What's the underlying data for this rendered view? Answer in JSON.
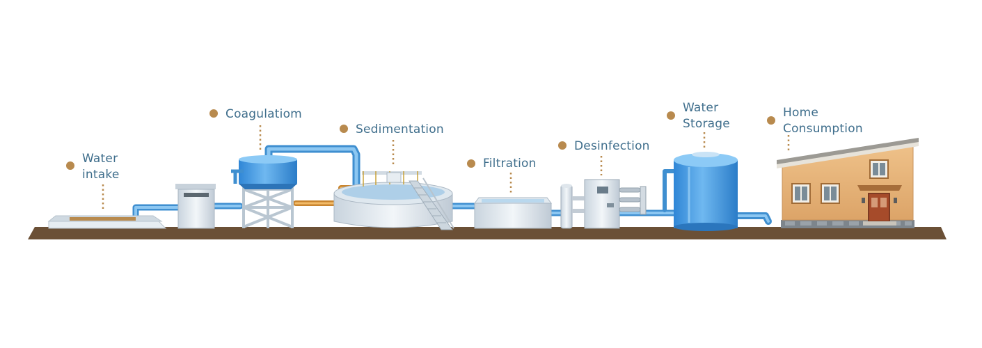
{
  "stages": [
    {
      "id": "intake",
      "lines": [
        "Water",
        "intake"
      ]
    },
    {
      "id": "coagulation",
      "lines": [
        "Coagulatiom"
      ]
    },
    {
      "id": "sedimentation",
      "lines": [
        "Sedimentation"
      ]
    },
    {
      "id": "filtration",
      "lines": [
        "Filtration"
      ]
    },
    {
      "id": "disinfection",
      "lines": [
        "Desinfection"
      ]
    },
    {
      "id": "storage",
      "lines": [
        "Water",
        "Storage"
      ]
    },
    {
      "id": "home",
      "lines": [
        "Home",
        "Consumption"
      ]
    }
  ],
  "colors": {
    "label": "#3f6e8c",
    "marker": "#b88a4e",
    "ground": "#6b5036",
    "pipe": "#5aa3dc",
    "pipe_orange": "#e6a24a",
    "tank_blue": "#4a9be0",
    "steel": "#d9e2ea",
    "house_wall": "#e8b87a"
  }
}
